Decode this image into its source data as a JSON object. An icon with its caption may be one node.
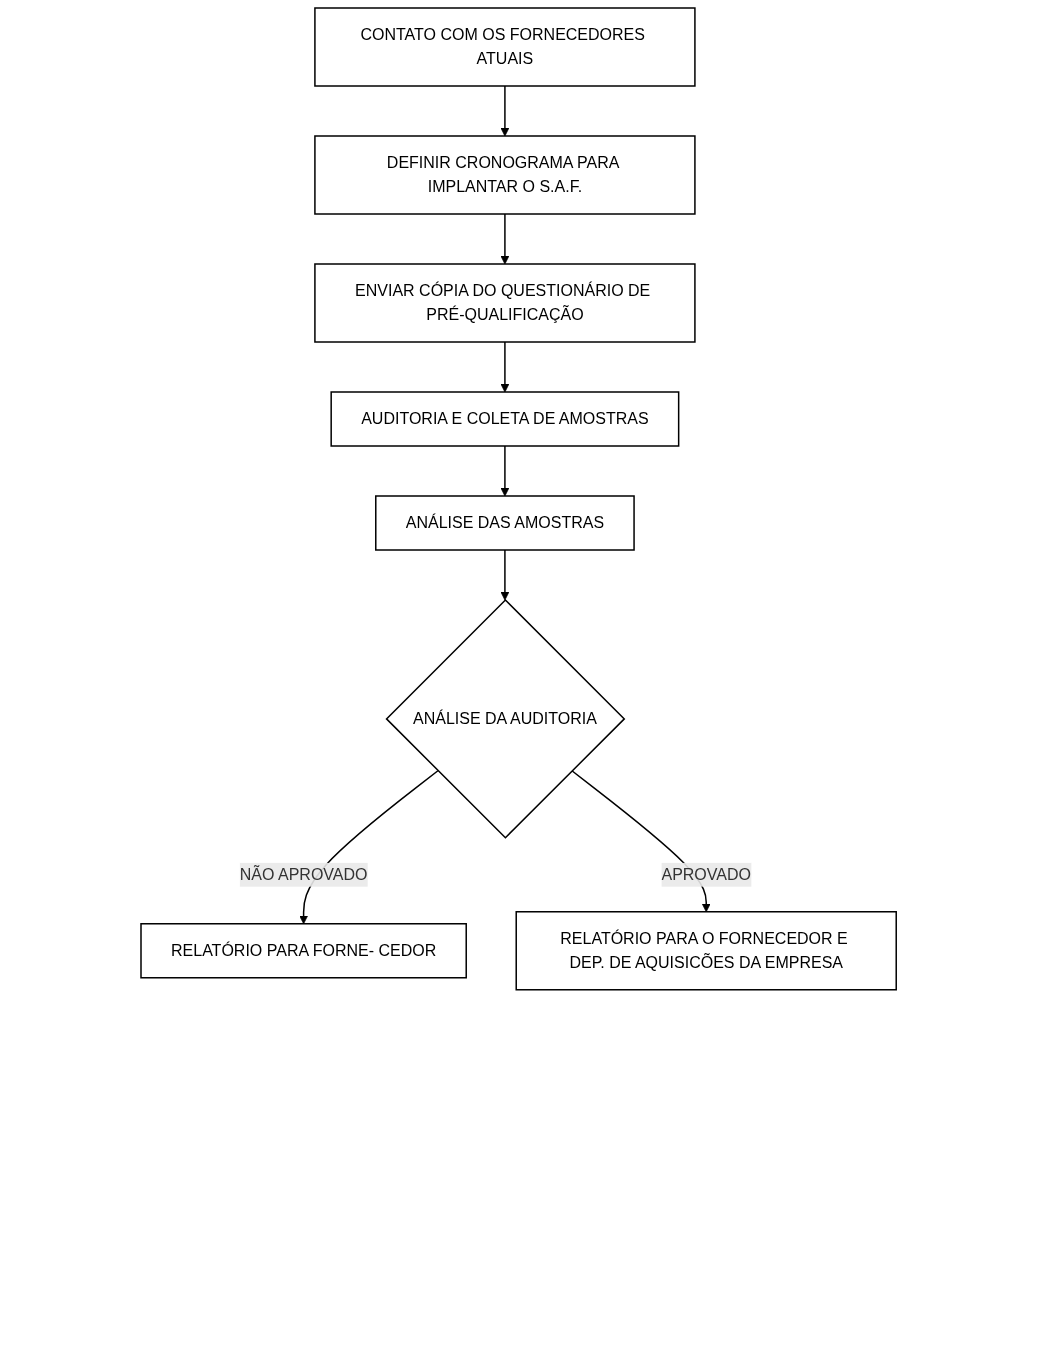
{
  "diagram": {
    "nodes": [
      {
        "text": [
          "CONTATO COM OS FORNECEDORES ATUAIS"
        ]
      },
      {
        "text": [
          "DEFINIR CRONOGRAMA PARA IMPLANTAR O S.A.F."
        ]
      },
      {
        "text": [
          "ENVIAR CÓPIA DO QUESTIONÁRIO DE PRÉ-QUALIFICAÇÃO"
        ]
      },
      {
        "text": [
          "AUDITORIA E COLETA DE AMOSTRAS"
        ]
      },
      {
        "text": [
          "ANÁLISE DAS AMOSTRAS"
        ]
      },
      {
        "text": [
          "ANÁLISE DA AUDITORIA"
        ]
      },
      {
        "text": [
          "RELATÓRIO PARA FORNE- CEDOR"
        ]
      },
      {
        "text": [
          "RELATÓRIO PARA O FORNECEDOR E DEP. DE AQUISICÕES DA EMPRESA"
        ]
      }
    ],
    "edges": [
      {
        "from": 0,
        "to": 1,
        "arrow": "to"
      },
      {
        "from": 1,
        "to": 2,
        "arrow": "to"
      },
      {
        "from": 2,
        "to": 3,
        "arrow": "to"
      },
      {
        "from": 3,
        "to": 4,
        "arrow": "to"
      },
      {
        "from": 4,
        "to": 5,
        "arrow": "to"
      },
      {
        "from": 5,
        "to": 6,
        "arrow": "to",
        "label": "NÃO APROVADO"
      },
      {
        "from": 5,
        "to": 7,
        "arrow": "to",
        "label": "APROVADO"
      }
    ]
  }
}
